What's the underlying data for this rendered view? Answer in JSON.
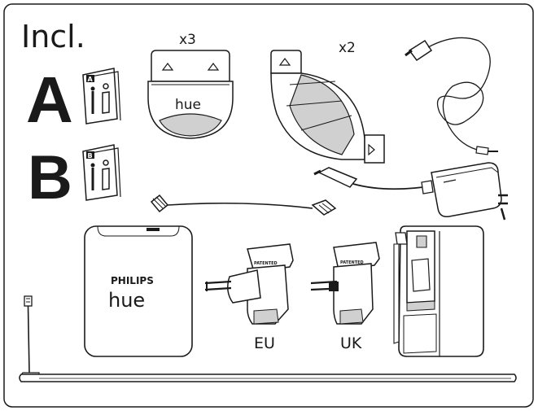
{
  "heading": "Incl.",
  "manual_a": {
    "letter": "A",
    "tab": "A"
  },
  "manual_b": {
    "letter": "B",
    "tab": "B"
  },
  "end_cap": {
    "quantity": "x3",
    "logo": "hue"
  },
  "corner": {
    "quantity": "x2"
  },
  "bridge": {
    "brand": "PHILIPS",
    "logo": "hue"
  },
  "adapter_eu": {
    "label": "EU",
    "stamp": "PATENTED"
  },
  "adapter_uk": {
    "label": "UK",
    "stamp": "PATENTED"
  },
  "colors": {
    "stroke": "#1a1a1a",
    "fill_grey": "#d0d0d0",
    "dark": "#111111"
  }
}
